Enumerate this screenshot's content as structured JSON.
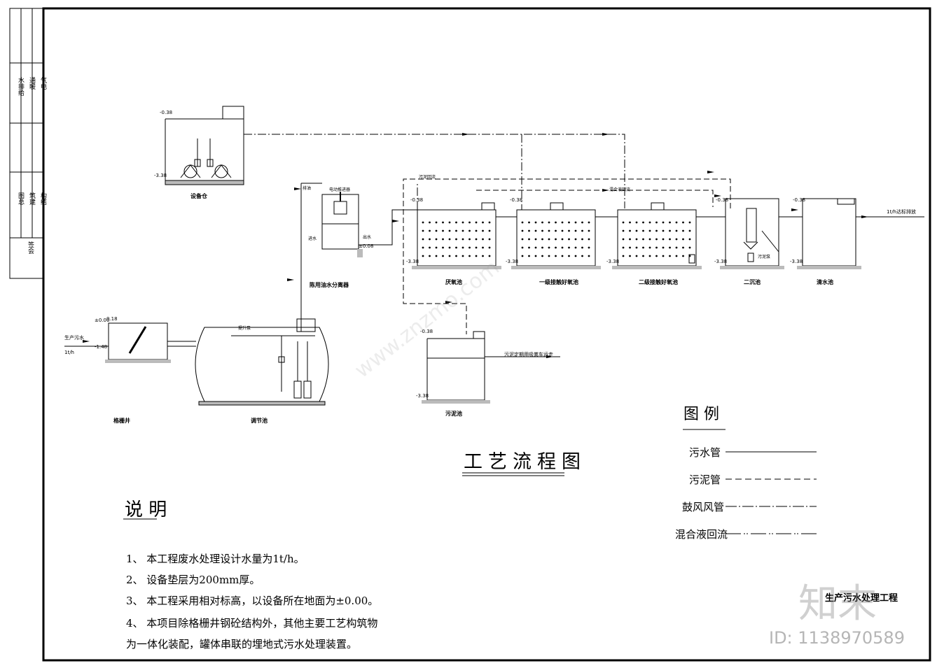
{
  "side_block": {
    "row1": [
      "水排给",
      "通暖",
      "气电"
    ],
    "row2": [
      "图总",
      "筑建",
      "构结"
    ],
    "row3": "签会"
  },
  "units": {
    "equipment_room": "设备仓",
    "grid_well": "格栅井",
    "regulating_tank": "调节池",
    "separator": "陈用油水分离器",
    "anoxic_tank": "厌氧池",
    "aerobic_1": "一级接触好氧池",
    "aerobic_2": "二级接触好氧池",
    "secondary_settler": "二沉池",
    "clear_water_tank": "清水池",
    "sludge_tank": "污泥池"
  },
  "flow_labels": {
    "influent": "生产污水",
    "influent_rate": "1t/h",
    "effluent": "1t/h达标排放",
    "sludge_out": "污泥定期用吸粪车运走",
    "sludge_return": "污泥回流",
    "mix_return": "混合液回流",
    "lift_pump": "提升泵",
    "diverter": "电动推进器",
    "drain": "排油",
    "outlet": "出水",
    "inlet": "进水",
    "sludge_pump": "污泥泵"
  },
  "levels": {
    "a": "-0.38",
    "b": "-3.38",
    "c": "±0.00",
    "d": "-1.48",
    "e": "0.18",
    "f": "±0.08"
  },
  "title": "工艺流程图",
  "legend": {
    "title": "图 例",
    "items": [
      "污水管",
      "污泥管",
      "鼓风风管",
      "混合液回流"
    ]
  },
  "notes": {
    "title": "说 明",
    "items": [
      "1、 本工程废水处理设计水量为1t/h。",
      "2、 设备垫层为200mm厚。",
      "3、 本工程采用相对标高，以设备所在地面为±0.00。",
      "4、 本项目除格栅井钢砼结构外，其他主要工艺构筑物",
      "     为一体化装配，罐体串联的埋地式污水处理装置。"
    ]
  },
  "project_name": "生产污水处理工程",
  "watermark": {
    "brand": "知末",
    "site": "www.znzmo.com",
    "id": "ID: 1138970589"
  }
}
